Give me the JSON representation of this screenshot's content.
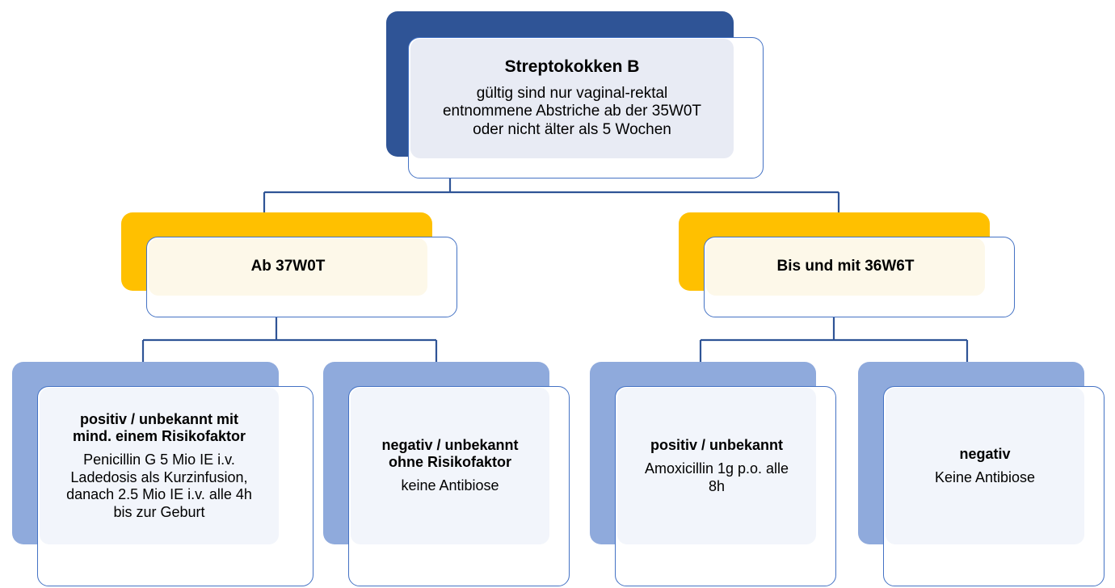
{
  "diagram": {
    "title": "Streptokokken B",
    "line_color": "#4472C4",
    "palette": {
      "root_plate": "#2F5496",
      "root_fill": "#E8EBF4",
      "level2_plate": "#FFC000",
      "level2_fill": "#FDF8E9",
      "level3_plate": "#8FAADC",
      "level3_fill": "#F2F5FB"
    }
  },
  "root": {
    "title": "Streptokokken B",
    "subtitle": "gültig sind nur vaginal-rektal\nentnommene Abstriche ab der 35W0T\noder nicht älter als 5 Wochen"
  },
  "level2": [
    {
      "title": "Ab 37W0T"
    },
    {
      "title": "Bis und mit 36W6T"
    }
  ],
  "level3": [
    {
      "title": "positiv / unbekannt mit\nmind. einem Risikofaktor",
      "subtitle": "Penicillin G 5 Mio IE i.v.\nLadedosis als Kurzinfusion,\ndanach 2.5 Mio IE i.v. alle 4h\nbis zur Geburt"
    },
    {
      "title": "negativ / unbekannt\nohne Risikofaktor",
      "subtitle": "keine Antibiose"
    },
    {
      "title": "positiv / unbekannt",
      "subtitle": "Amoxicillin 1g p.o. alle\n8h"
    },
    {
      "title": "negativ",
      "subtitle": "Keine Antibiose"
    }
  ]
}
